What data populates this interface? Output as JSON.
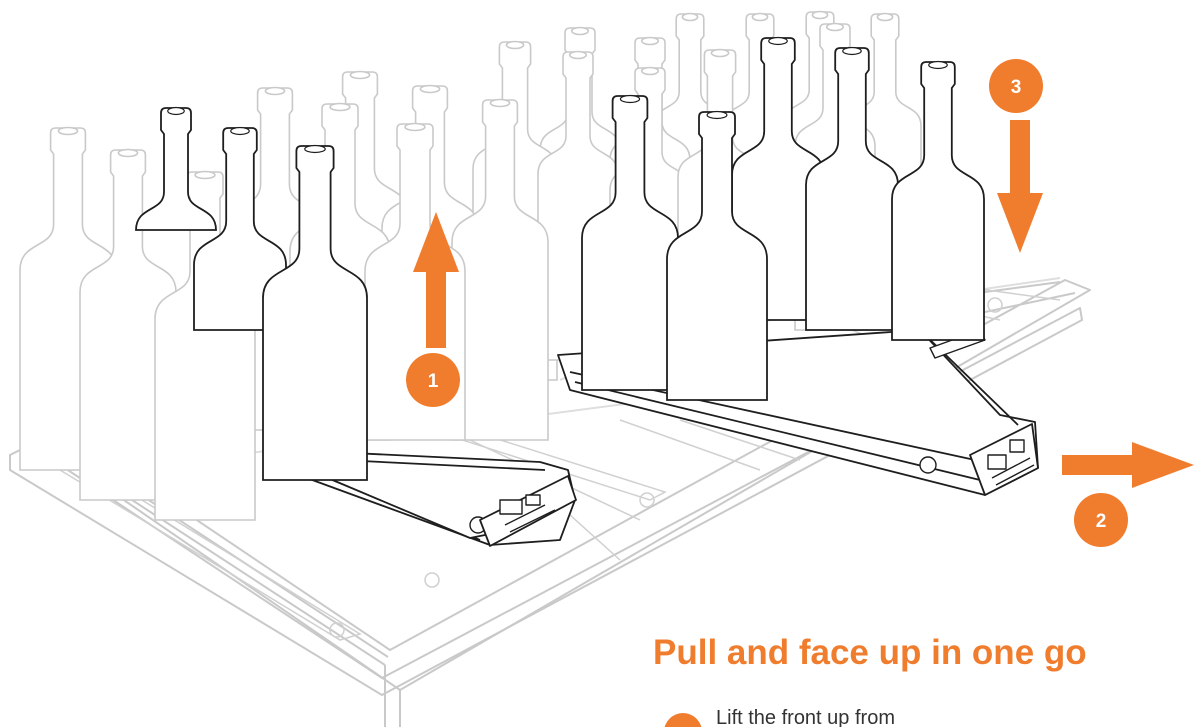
{
  "colors": {
    "accent": "#f07d2e",
    "faded_line": "#c9c9c9",
    "ink_line": "#1e1e1e",
    "text": "#333333"
  },
  "illustration": {
    "subject": "wine-bottles-on-sliding-shelf-rails",
    "steps": [
      {
        "number": "1",
        "direction": "up"
      },
      {
        "number": "2",
        "direction": "right"
      },
      {
        "number": "3",
        "direction": "down"
      }
    ]
  },
  "headline": "Pull and face up in one go",
  "instructions": [
    {
      "text": "Lift the front up from"
    }
  ]
}
